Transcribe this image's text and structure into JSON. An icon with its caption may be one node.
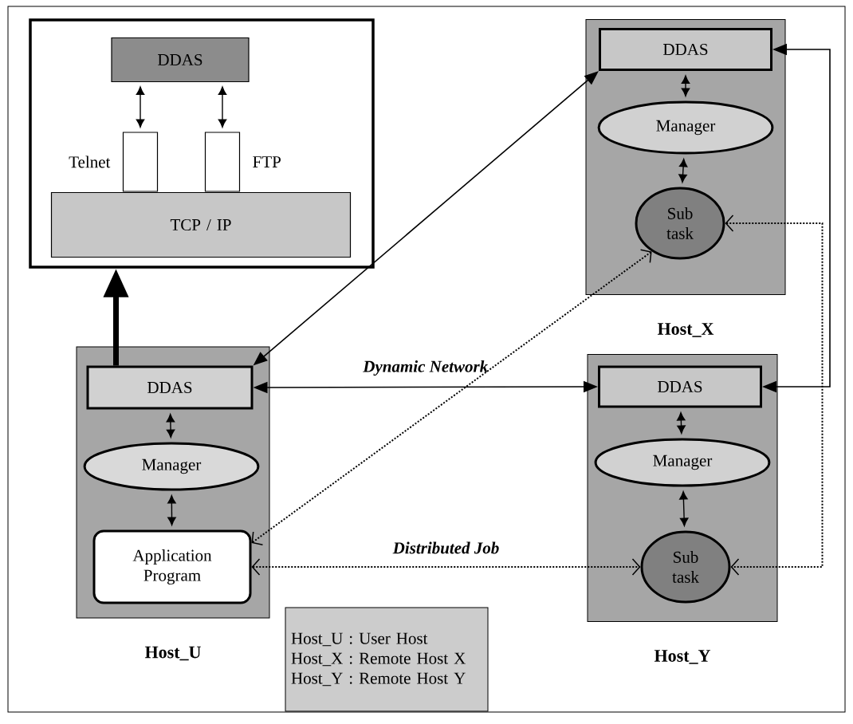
{
  "diagram": {
    "nodes": [
      {
        "text": [],
        "shape": "box"
      },
      {
        "text": [
          "DDAS"
        ],
        "in": 0
      },
      {
        "text": [],
        "shape": "box",
        "in": 0,
        "beside": [
          "Telnet"
        ]
      },
      {
        "text": [],
        "shape": "box",
        "in": 0,
        "beside": [
          "FTP"
        ]
      },
      {
        "text": [
          "TCP / IP"
        ],
        "in": 0
      },
      {
        "text": [
          "Host_U"
        ]
      },
      {
        "text": [
          "DDAS"
        ],
        "in": 5
      },
      {
        "text": [
          "Manager"
        ],
        "in": 5
      },
      {
        "text": [
          "Application Program"
        ],
        "in": 5
      },
      {
        "text": [
          "Host_X"
        ]
      },
      {
        "text": [
          "DDAS"
        ],
        "in": 9
      },
      {
        "text": [
          "Manager"
        ],
        "in": 9
      },
      {
        "text": [
          "Sub task"
        ],
        "in": 9
      },
      {
        "text": [
          "Host_Y"
        ]
      },
      {
        "text": [
          "DDAS"
        ],
        "in": 13
      },
      {
        "text": [
          "Manager"
        ],
        "in": 13
      },
      {
        "text": [
          "Sub task"
        ],
        "in": 13
      },
      {
        "text": [
          "Host_U : User Host",
          "Host_X : Remote Host X",
          "Host_Y : Remote Host Y"
        ]
      }
    ],
    "edges": [
      {
        "from": 1,
        "to": 2,
        "arrow": "both"
      },
      {
        "from": 1,
        "to": 3,
        "arrow": "both"
      },
      {
        "from": 6,
        "to": 0,
        "arrow": "to",
        "style": "thick"
      },
      {
        "from": 6,
        "to": 10,
        "arrow": "both"
      },
      {
        "from": 6,
        "to": 14,
        "arrow": "both",
        "label": "Dynamic Network"
      },
      {
        "from": 10,
        "to": 14,
        "arrow": "both"
      },
      {
        "from": 6,
        "to": 7,
        "arrow": "both"
      },
      {
        "from": 7,
        "to": 8,
        "arrow": "both"
      },
      {
        "from": 10,
        "to": 11,
        "arrow": "both"
      },
      {
        "from": 11,
        "to": 12,
        "arrow": "both"
      },
      {
        "from": 14,
        "to": 15,
        "arrow": "both"
      },
      {
        "from": 15,
        "to": 16,
        "arrow": "both"
      },
      {
        "from": 8,
        "to": 12,
        "arrow": "both",
        "style": "dashed"
      },
      {
        "from": 8,
        "to": 16,
        "arrow": "both",
        "style": "dashed",
        "label": "Distributed Job"
      },
      {
        "from": 12,
        "to": 16,
        "arrow": "both",
        "style": "dashed"
      }
    ]
  }
}
